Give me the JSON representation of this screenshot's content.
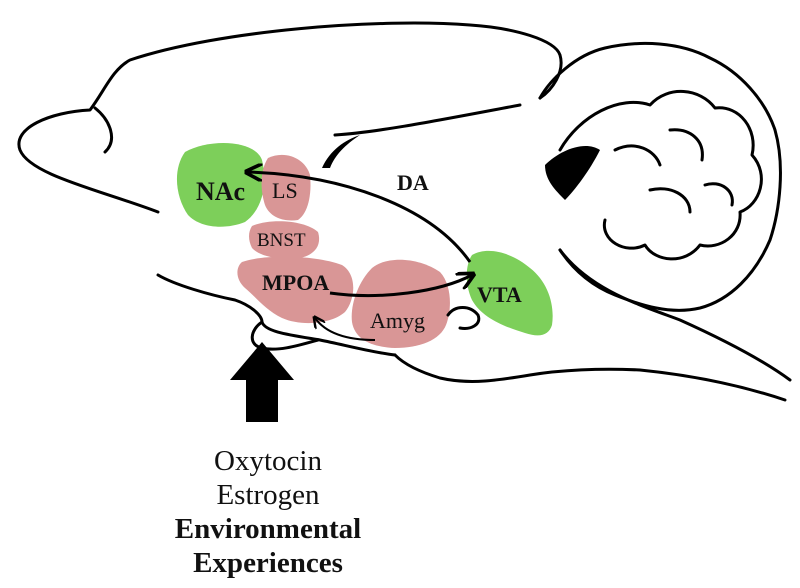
{
  "regions": {
    "nac": "NAc",
    "ls": "LS",
    "bnst": "BNST",
    "mpoa": "MPOA",
    "amyg": "Amyg",
    "vta": "VTA"
  },
  "pathway_label": "DA",
  "inputs": [
    "Oxytocin",
    "Estrogen",
    "Environmental",
    "Experiences"
  ],
  "colors": {
    "reward_regions": "#7dcf5a",
    "social_regions": "#d99696",
    "outline": "#000000"
  }
}
